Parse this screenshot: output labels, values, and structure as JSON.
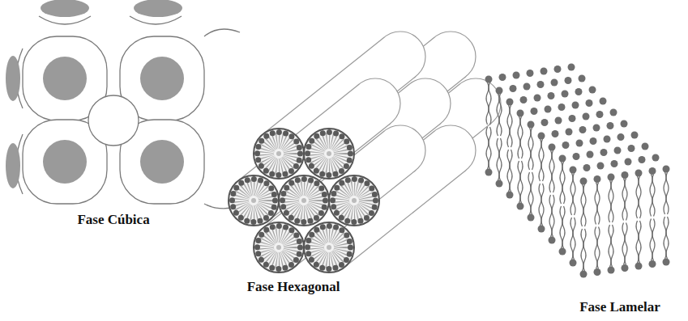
{
  "diagram": {
    "labels": [
      "Fase Cúbica",
      "Fase Hexagonal",
      "Fase Lamelar"
    ]
  }
}
